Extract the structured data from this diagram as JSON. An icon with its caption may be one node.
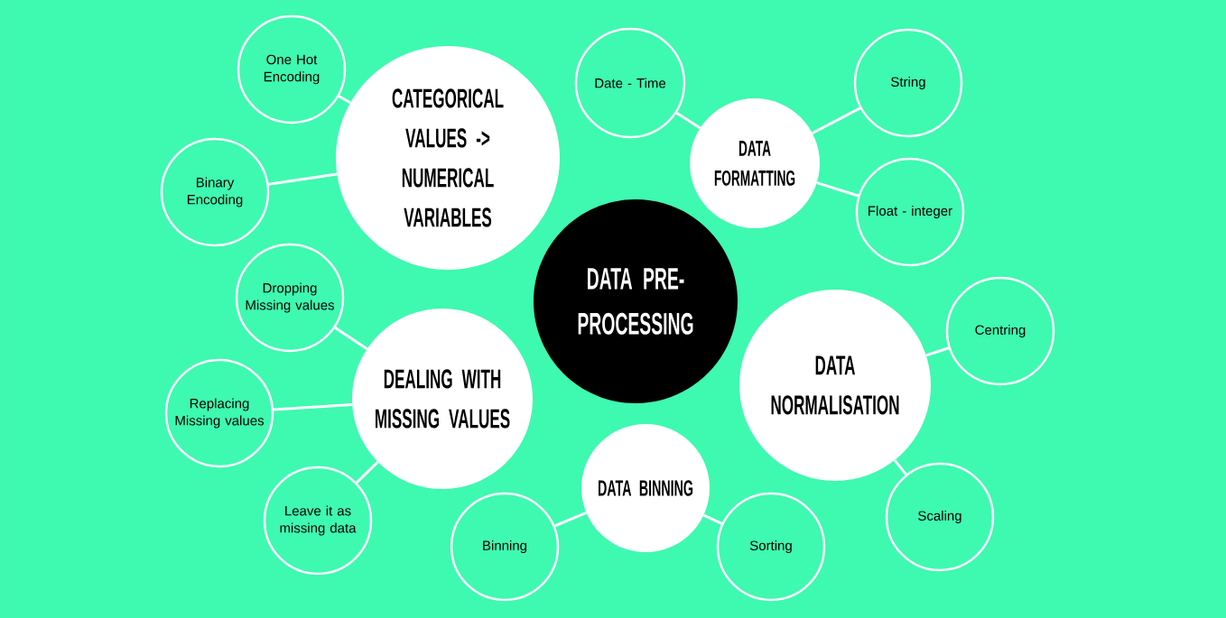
{
  "diagram": {
    "nodes": [
      {
        "text": [
          "One Hot Encoding"
        ]
      },
      {
        "text": [
          "Date - Time"
        ]
      },
      {
        "text": [
          "String"
        ]
      },
      {
        "text": [
          "CATEGORICAL VALUES -> NUMERICAL VARIABLES"
        ]
      },
      {
        "text": [
          "DATA FORMATTING"
        ]
      },
      {
        "text": [
          "Binary Encoding"
        ]
      },
      {
        "text": [
          "Float - integer"
        ]
      },
      {
        "text": [
          "Dropping Missing values"
        ]
      },
      {
        "text": [
          "DATA PRE-PROCESSING"
        ]
      },
      {
        "text": [
          "Centring"
        ]
      },
      {
        "text": [
          "DATA NORMALISATION"
        ]
      },
      {
        "text": [
          "DEALING WITH MISSING VALUES"
        ]
      },
      {
        "text": [
          "Replacing Missing values"
        ]
      },
      {
        "text": [
          "DATA BINNING"
        ]
      },
      {
        "text": [
          "Scaling"
        ]
      },
      {
        "text": [
          "Leave it as missing data"
        ]
      },
      {
        "text": [
          "Binning"
        ]
      },
      {
        "text": [
          "Sorting"
        ]
      }
    ],
    "edges": [
      {
        "from": 3,
        "to": 0,
        "arrow": "none"
      },
      {
        "from": 3,
        "to": 5,
        "arrow": "none"
      },
      {
        "from": 4,
        "to": 1,
        "arrow": "none"
      },
      {
        "from": 4,
        "to": 2,
        "arrow": "none"
      },
      {
        "from": 4,
        "to": 6,
        "arrow": "none"
      },
      {
        "from": 11,
        "to": 7,
        "arrow": "none"
      },
      {
        "from": 11,
        "to": 12,
        "arrow": "none"
      },
      {
        "from": 11,
        "to": 15,
        "arrow": "none"
      },
      {
        "from": 10,
        "to": 9,
        "arrow": "none"
      },
      {
        "from": 10,
        "to": 14,
        "arrow": "none"
      },
      {
        "from": 13,
        "to": 16,
        "arrow": "none"
      },
      {
        "from": 13,
        "to": 17,
        "arrow": "none"
      }
    ]
  }
}
